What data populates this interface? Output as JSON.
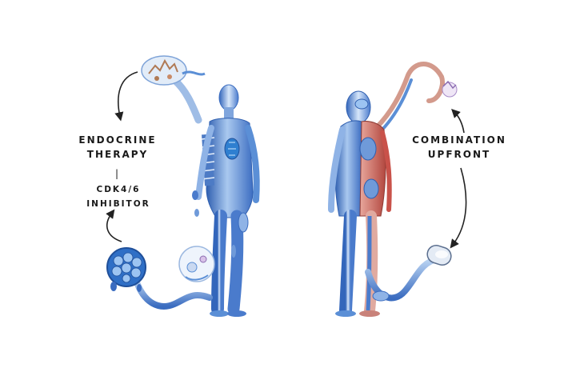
{
  "left_panel": {
    "therapy_line1": "ENDOCRINE",
    "therapy_line2": "THERAPY",
    "separator": "|",
    "inhibitor_line1": "CDK4/6",
    "inhibitor_line2": "INHIBITOR"
  },
  "right_panel": {
    "therapy_line1": "COMBINATION",
    "therapy_line2": "UPFRONT"
  },
  "colors": {
    "body_blue": "#5b8fd6",
    "body_light": "#cfe0f5",
    "artery_red": "#c9524a",
    "arrow": "#222222"
  }
}
